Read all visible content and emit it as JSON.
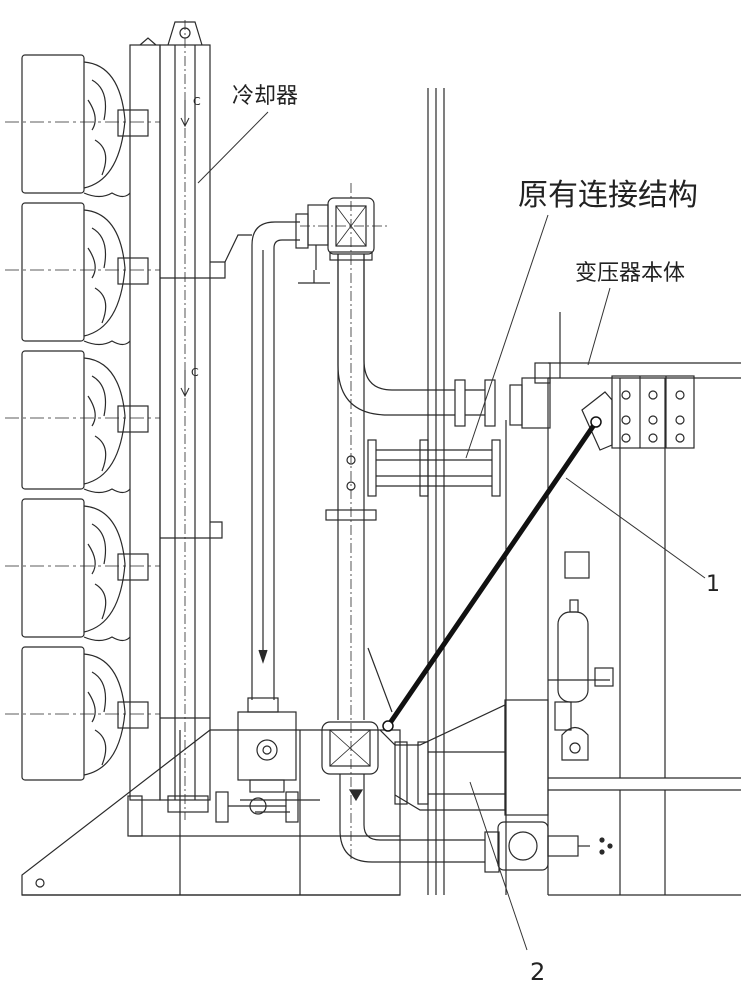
{
  "labels": {
    "cooler": "冷却器",
    "original_connection": "原有连接结构",
    "transformer_body": "变压器本体",
    "part_1": "1",
    "part_2": "2"
  },
  "flow_marks": [
    "C",
    "C"
  ],
  "colors": {
    "line": "#2a2a2a",
    "dashed": "#444444",
    "background": "#ffffff"
  }
}
